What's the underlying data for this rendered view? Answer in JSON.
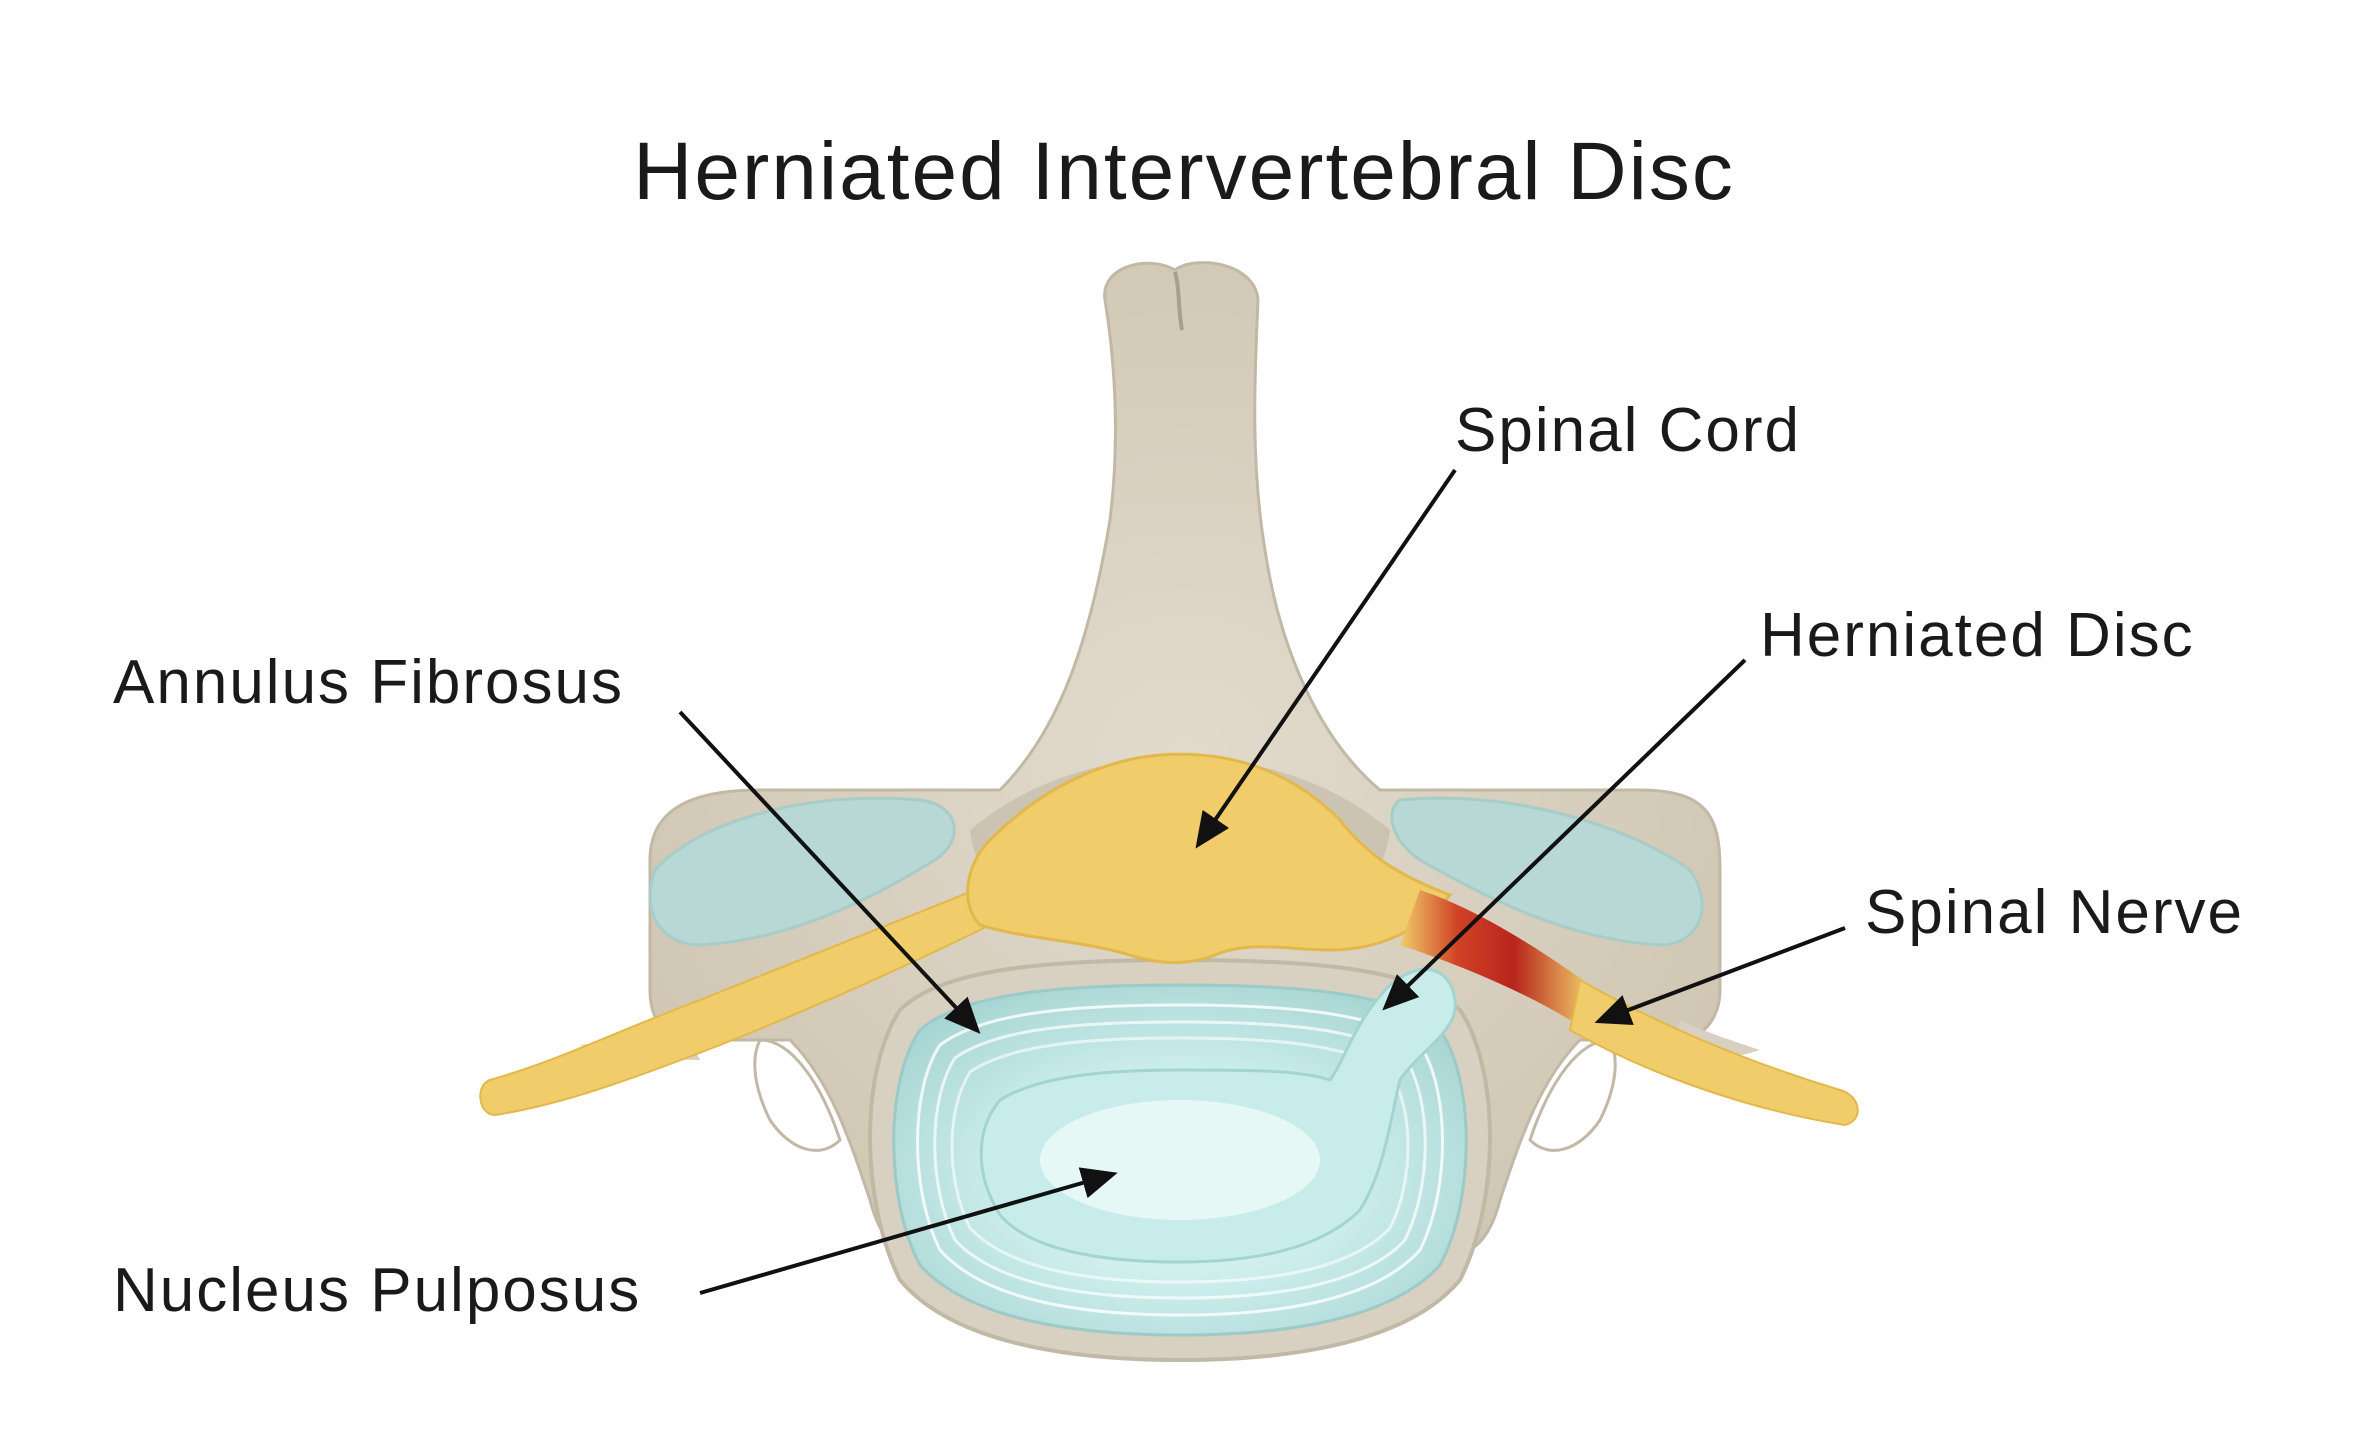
{
  "title": "Herniated Intervertebral Disc",
  "labels": {
    "spinal_cord": "Spinal Cord",
    "herniated_disc": "Herniated Disc",
    "annulus_fibrosus": "Annulus Fibrosus",
    "spinal_nerve": "Spinal Nerve",
    "nucleus_pulposus": "Nucleus Pulposus"
  },
  "colors": {
    "bone": "#d8d0c0",
    "bone_dark": "#c2b8a6",
    "cord": "#f0cd6a",
    "cord_dark": "#e2b84a",
    "disc": "#bfe6e6",
    "disc_light": "#def5f3",
    "facet": "#b7d8d4",
    "inflamed": "#b8251c",
    "arrow": "#111111"
  }
}
